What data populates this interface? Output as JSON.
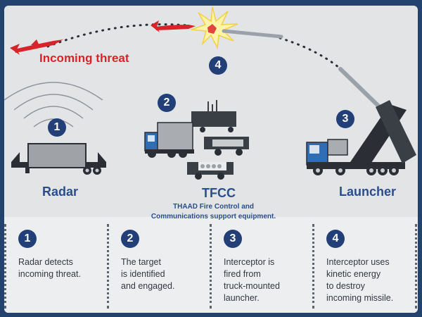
{
  "threat_label": "Incoming threat",
  "stages": [
    {
      "number": "1",
      "label": "Radar"
    },
    {
      "number": "2",
      "label": "TFCC",
      "description_lines": [
        "THAAD Fire Control and",
        "Communications support equipment."
      ]
    },
    {
      "number": "3",
      "label": "Launcher"
    },
    {
      "number": "4",
      "label": ""
    }
  ],
  "steps": [
    {
      "number": "1",
      "lines": [
        "Radar detects",
        "incoming threat."
      ]
    },
    {
      "number": "2",
      "lines": [
        "The target",
        "is identified",
        "and engaged."
      ]
    },
    {
      "number": "3",
      "lines": [
        "Interceptor is",
        "fired from",
        "truck-mounted",
        "launcher."
      ]
    },
    {
      "number": "4",
      "lines": [
        "Interceptor uses",
        "kinetic energy",
        "to destroy",
        "incoming missile."
      ]
    }
  ],
  "colors": {
    "background": "#23426d",
    "panel": "#e2e4e6",
    "accent_red": "#d8232a",
    "badge_blue": "#233f78",
    "label_blue": "#2a4d8c",
    "truck_cab_blue": "#2f6eb5"
  }
}
